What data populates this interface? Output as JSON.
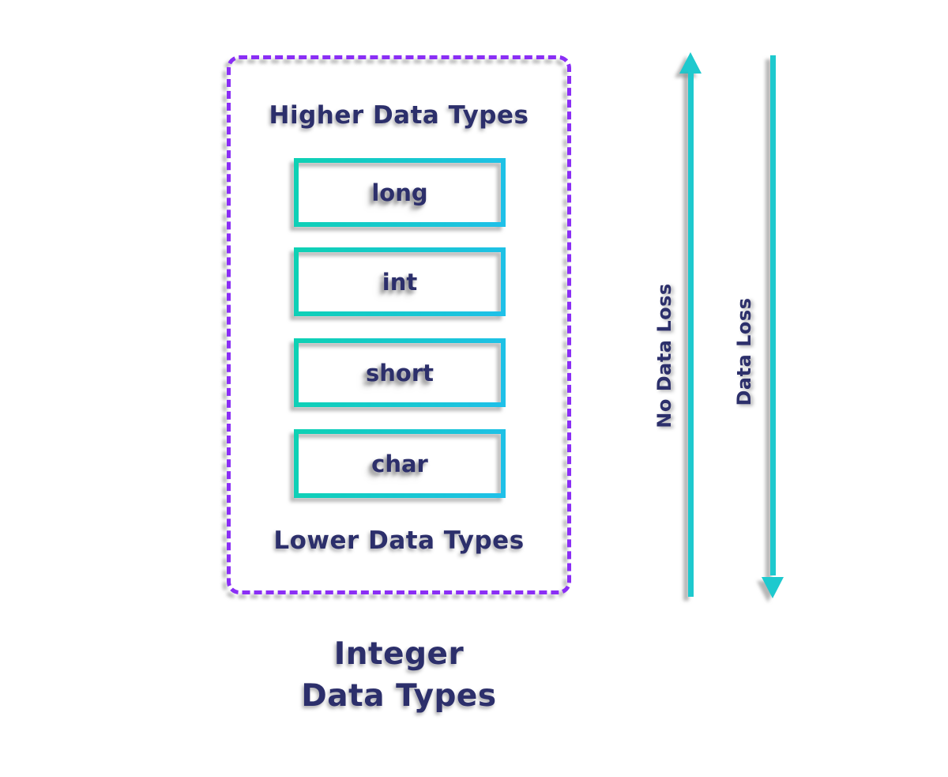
{
  "diagram": {
    "title_line1": "Integer",
    "title_line2": "Data Types",
    "container": {
      "top_label": "Higher Data Types",
      "bottom_label": "Lower Data Types",
      "types": [
        "long",
        "int",
        "short",
        "char"
      ]
    },
    "arrows": [
      {
        "direction": "up",
        "label": "No Data Loss"
      },
      {
        "direction": "down",
        "label": "Data Loss"
      }
    ],
    "colors": {
      "dashed_border": "#8a2ef5",
      "type_box_border_start": "#0ed1b4",
      "type_box_border_end": "#1fc0e8",
      "arrow": "#1ec9ce",
      "text": "#2c2f6b",
      "background": "#ffffff"
    }
  }
}
